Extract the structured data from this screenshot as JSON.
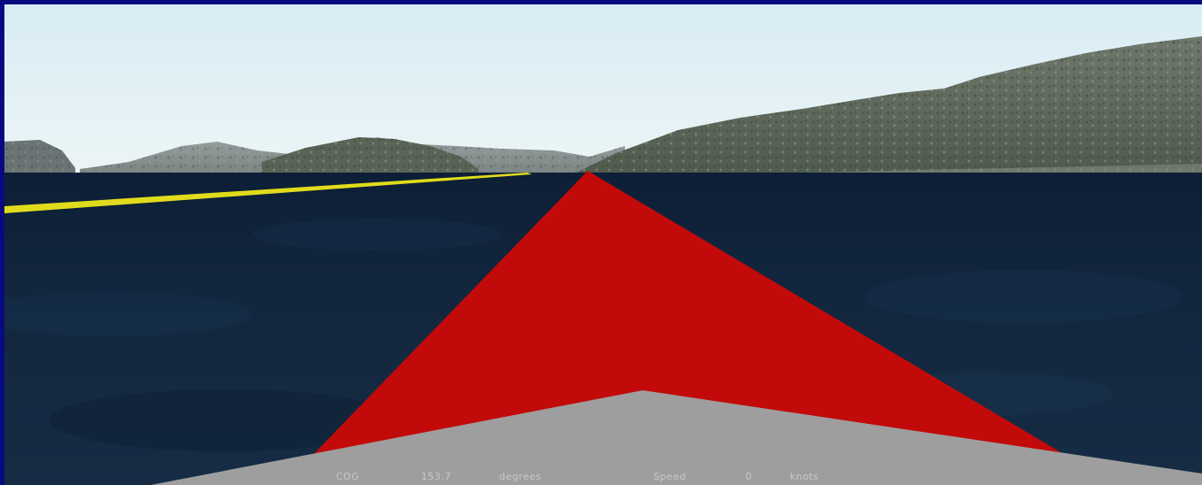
{
  "scene": {
    "colors": {
      "frame_border": "#0a0a80",
      "sky_top": "#d8ecf4",
      "sky_bottom": "#eaf4f6",
      "water": "#0f223a",
      "water_light": "#16304c",
      "route_line": "#e0dc1c",
      "heading_wedge": "#c20a0a",
      "bow_deck": "#9e9e9e",
      "hills_near": "#5a6458",
      "hills_far": "#8a9090"
    },
    "icons": {
      "route": "route-line-icon",
      "heading": "heading-sector-icon",
      "ownship": "ownship-bow-icon"
    }
  },
  "hud": {
    "readouts": [
      {
        "id": "readout-1",
        "label": "COG"
      },
      {
        "id": "readout-2",
        "label": "153.7"
      },
      {
        "id": "readout-3",
        "label": "degrees"
      },
      {
        "id": "readout-4",
        "label": "Speed"
      },
      {
        "id": "readout-5",
        "label": "0"
      },
      {
        "id": "readout-6",
        "label": "knots"
      }
    ]
  }
}
